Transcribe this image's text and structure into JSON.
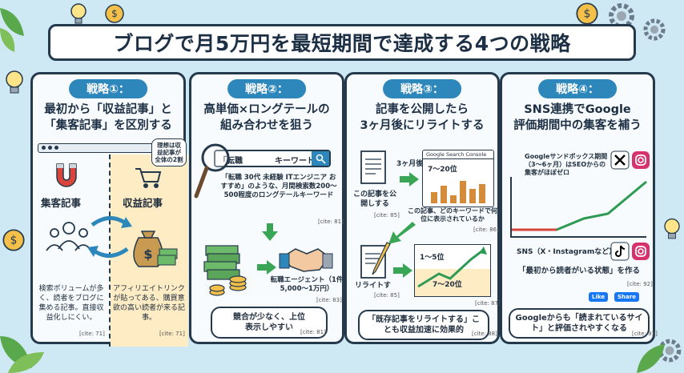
{
  "title": "ブログで月5万円を最短期間で達成する4つの戦略",
  "strategies": [
    {
      "label": "戦略①：",
      "heading_line1": "最初から「収益記事」と",
      "heading_line2": "「集客記事」を区別する",
      "note": "理想は収益記事が全体の2割",
      "left_title": "集客記事",
      "right_title": "収益記事",
      "left_desc": "検索ボリュームが多く、読者をブログに集める記事。直接収益化しにくい。",
      "right_desc": "アフィリエイトリンクが貼ってある、購買意欲の高い読者が来る記事。",
      "left_cite": "[cite: 71]",
      "right_cite": "[cite: 71]"
    },
    {
      "label": "戦略②：",
      "heading_line1": "高単価×ロングテールの",
      "heading_line2": "組み合わせを狙う",
      "search_part1": "「転職",
      "search_part2": "キーワード」",
      "example": "「転職 30代 未経験 ITエンジニア おすすめ」のような、月間検索数200〜500程度のロングテールキーワード",
      "example_cite": "[cite: 81]",
      "reward": "転職エージェント（1件5,000〜1万円）",
      "reward_cite": "[cite: 83]",
      "bottom": "競合が少なく、上位表示しやすい",
      "bottom_cite": "[cite: 81]"
    },
    {
      "label": "戦略③：",
      "heading_line1": "記事を公開したら",
      "heading_line2": "3ヶ月後にリライトする",
      "publish": "この記事を公開しする",
      "publish_cite": "[cite: 85]",
      "three_months": "3ヶ月後",
      "gsc": "Google Search Console",
      "rank_before": "7〜20位",
      "check": "この記事、どのキーワードで何位に表示されているか",
      "check_cite": "[cite: 86]",
      "rewrite": "リライトす",
      "rewrite_cite": "[cite: 85]",
      "rank_after_top": "1〜5位",
      "rank_after_bottom": "7〜20位",
      "chart_cite": "[cite: 87]",
      "bottom": "「既存記事をリライトする」ことも収益加速に効果的",
      "bottom_cite": "[cite: 88]"
    },
    {
      "label": "戦略④：",
      "heading_line1": "SNS連携でGoogle",
      "heading_line2": "評価期間中の集客を補う",
      "sandbox": "Googleサンドボックス期間（3〜6ヶ月）はSEOからの集客がほぼゼロ",
      "sns": "SNS（X・Instagramなど）",
      "reader": "「最初から読者がいる状態」を作る",
      "reader_cite": "[cite: 92]",
      "like": "Like",
      "share": "Share",
      "bottom": "Googleからも「読まれているサイト」と評価されやすくなる",
      "bottom_cite": "[cite: 93]"
    }
  ],
  "icons": [
    "lightbulb-icon",
    "coin-icon",
    "gear-icon",
    "magnet-icon",
    "cart-icon",
    "money-bag-icon",
    "magnifier-icon",
    "cash-icon",
    "handshake-icon",
    "document-icon",
    "pencil-icon",
    "x-logo-icon",
    "instagram-icon",
    "tiktok-icon",
    "leaf-icon"
  ],
  "colors": {
    "background": "#cfe9f4",
    "panel_border": "#25394d",
    "pill": "#2e87bb",
    "arrow_green": "#3aa655",
    "chart_green": "#2e9b55",
    "yellow_zone": "#fdecc4"
  }
}
